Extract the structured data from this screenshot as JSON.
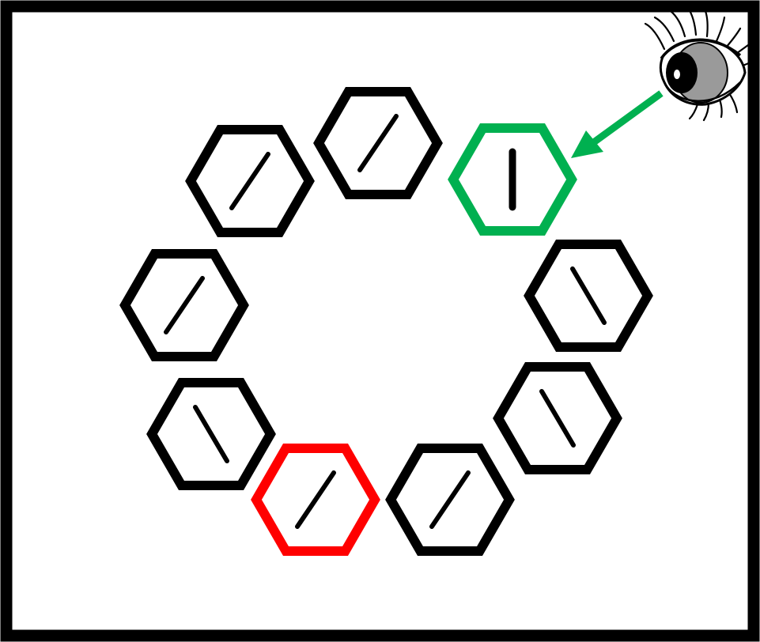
{
  "colors": {
    "background": "#ffffff",
    "frame": "#000000",
    "default_stroke": "#000000",
    "target_stroke": "#00b050",
    "distractor_stroke": "#ff0000",
    "arrow": "#00b050"
  },
  "icons": {
    "observer": "eye-icon",
    "gaze_arrow": "arrow-icon"
  },
  "items": [
    {
      "id": "hex-1",
      "role": "normal",
      "line": "forward-slash"
    },
    {
      "id": "hex-2",
      "role": "normal",
      "line": "forward-slash"
    },
    {
      "id": "hex-3",
      "role": "target",
      "line": "vertical"
    },
    {
      "id": "hex-4",
      "role": "normal",
      "line": "back-slash"
    },
    {
      "id": "hex-5",
      "role": "normal",
      "line": "forward-slash"
    },
    {
      "id": "hex-6",
      "role": "normal",
      "line": "back-slash"
    },
    {
      "id": "hex-7",
      "role": "normal",
      "line": "back-slash"
    },
    {
      "id": "hex-8",
      "role": "distractor",
      "line": "forward-slash"
    },
    {
      "id": "hex-9",
      "role": "normal",
      "line": "forward-slash"
    }
  ]
}
